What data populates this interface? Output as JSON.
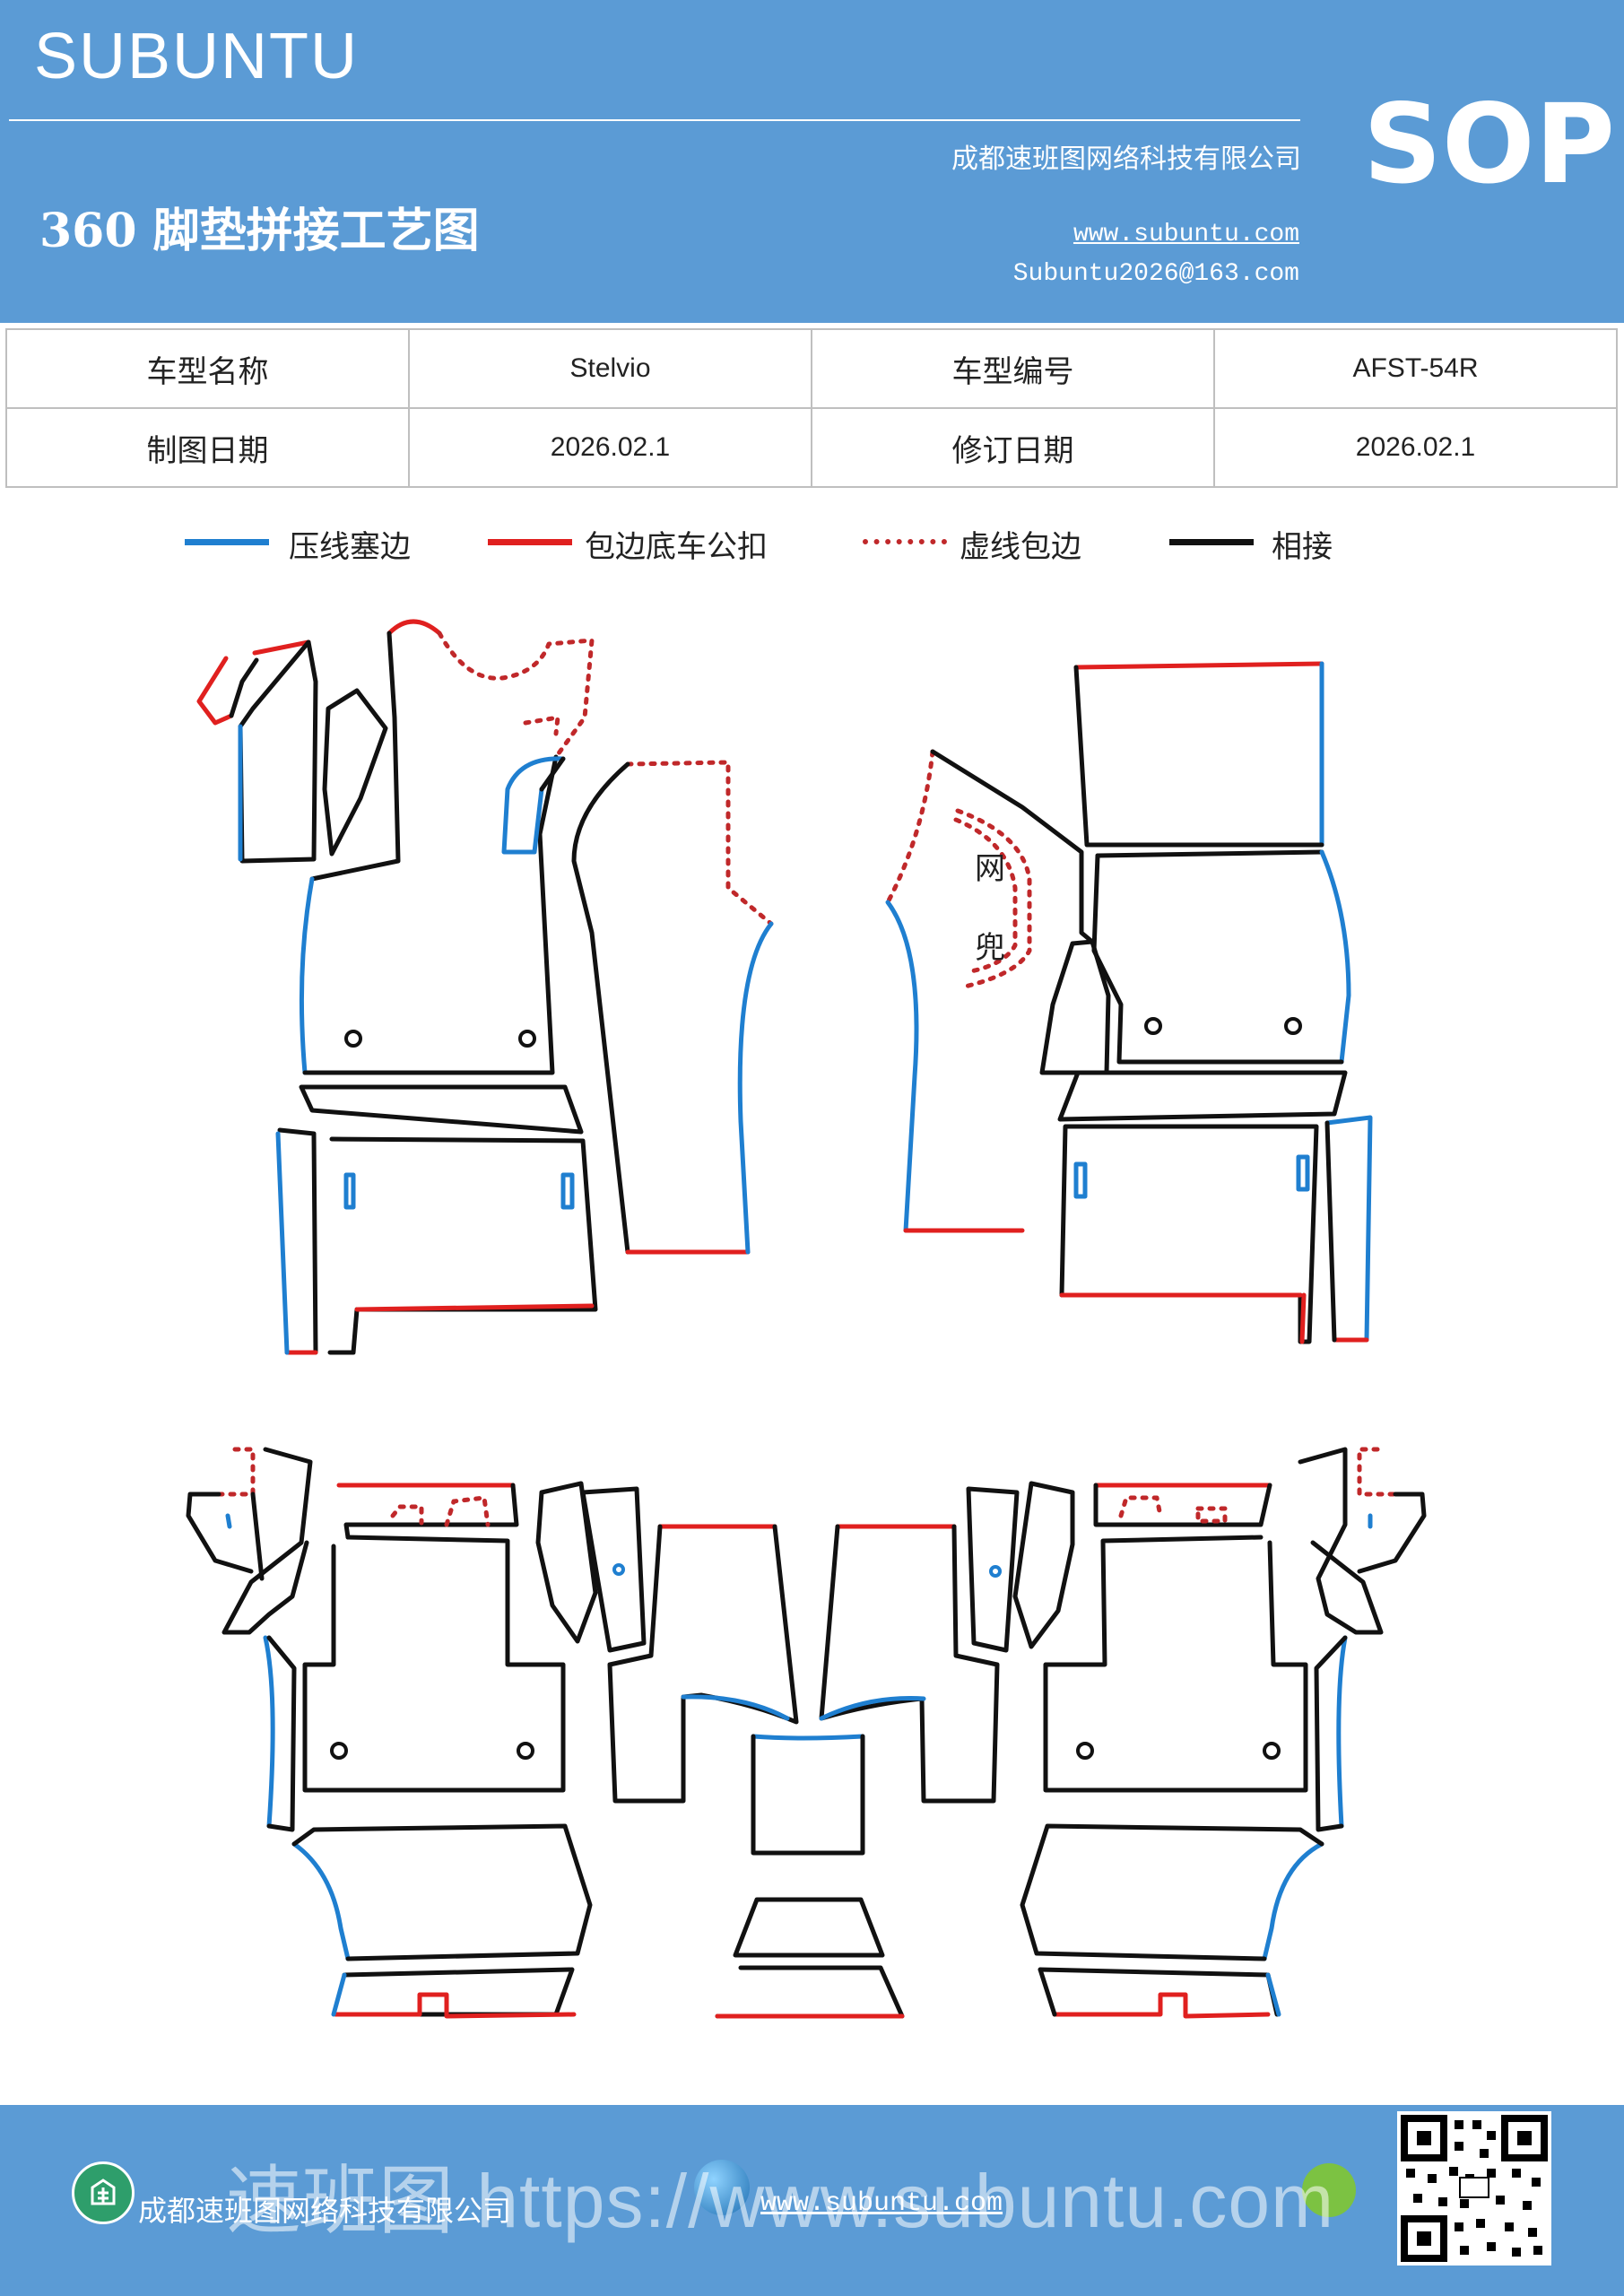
{
  "header": {
    "brand": "SUBUNTU",
    "doc_title": "360 脚垫拼接工艺图",
    "company": "成都速班图网络科技有限公司",
    "website": "www.subuntu.com",
    "email": "Subuntu2026@163.com",
    "badge": "SOP"
  },
  "info_table": {
    "model_name_label": "车型名称",
    "model_name": "Stelvio",
    "model_code_label": "车型编号",
    "model_code": "AFST-54R",
    "draw_date_label": "制图日期",
    "draw_date": "2026.02.1",
    "revise_date_label": "修订日期",
    "revise_date": "2026.02.1"
  },
  "legend": [
    {
      "label": "压线塞边",
      "color": "#1f7fd0",
      "style": "solid"
    },
    {
      "label": "包边底车公扣",
      "color": "#e0201f",
      "style": "solid"
    },
    {
      "label": "虚线包边",
      "color": "#c0282a",
      "style": "dotted"
    },
    {
      "label": "相接",
      "color": "#111111",
      "style": "solid"
    }
  ],
  "diagram": {
    "net_pocket_label_1": "网",
    "net_pocket_label_2": "兜"
  },
  "footer": {
    "company": "成都速班图网络科技有限公司",
    "website": "www.subuntu.com",
    "watermark": "速班图 https://www.subuntu.com"
  },
  "colors": {
    "band": "#5b9bd5",
    "blue_line": "#1f7fd0",
    "red_line": "#e0201f",
    "black_line": "#111111"
  }
}
